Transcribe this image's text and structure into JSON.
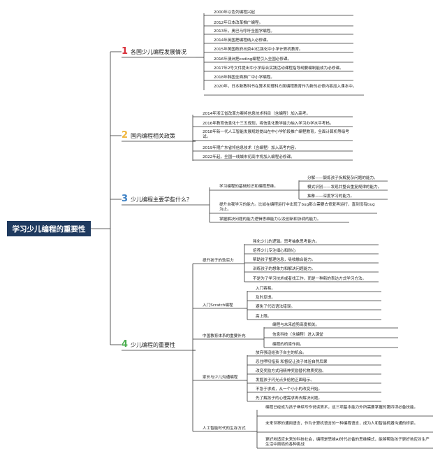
{
  "root": "学习少儿编程的重要性",
  "colors": {
    "n1": "#d9303a",
    "n2": "#f0b63c",
    "n3": "#3a7fc4",
    "n4": "#4caf50",
    "root_bg": "#1f3a5f"
  },
  "b1": {
    "num": "1",
    "label": "各国少儿编程发展情况",
    "items": [
      "2000年以色列编程兴起",
      "2012年日本改革推广编程。",
      "2013年，奥巴马呼吁全国学编程。",
      "2014年英国把编程纳入必修课。",
      "2015年美国政府出资40亿强化中小学计算机教育。",
      "2016年澳洲把coding编程引入全国必修课。",
      "2017年2号文件提出中小学综合实践活动课程指导纲要编制能成为必修课。",
      "2018年韩国全面推广中小学编程。",
      "2020年，日本新教科书在算术和理科方面编程教育作为新的必修内容加入课本中。"
    ]
  },
  "b2": {
    "num": "2",
    "label": "国内编程相关政策",
    "items": [
      "2014年浙江省改革方案将信息技术科目（含编程）加入高考。",
      "2016年教育信息化十三五规划，将信息化教学能力纳入学习办学水平考核。",
      "2018年新一代人工智能发展规划提出在中小学阶段推广编程教育，全面计算机等级考试。",
      "2019年期广东省将信息技术（含编程）加入高考内容。",
      "2022年起，全国一线城市初高中将加入编程必修课。"
    ]
  },
  "b3": {
    "num": "3",
    "label": "少儿编程主要学些什么？",
    "items": [
      {
        "text": "学习编程的基础知识和编程思维。",
        "children": [
          "分解——锻炼孩子拆解复杂问题的能力。",
          "模式识别——发现并整合重复规律的能力。",
          "抽象——深度学习的能力。"
        ]
      },
      {
        "text": "提升自我学习的能力。比如在编程运行中出现了bug那么需要去修复再运行，直到没有bug为止。",
        "children": []
      },
      {
        "text": "掌握解决问题的能力逻辑思维能力以及创新和协调的能力。",
        "children": []
      }
    ]
  },
  "b4": {
    "num": "4",
    "label": "少儿编程的重要性",
    "groups": [
      {
        "label": "提升孩子的软实力",
        "children": [
          "强化少儿的逻辑。思考抽象思考能力。",
          "培养少儿专注细心和耐心",
          "帮助孩子整理信息，吸收融合能力。",
          "训练孩子的想象力和解决问题能力。",
          "不是为了学习技术或者找工作，而是一种新的表达方式学习方法。"
        ]
      },
      {
        "label": "入门Scratch编程",
        "children": [
          "入门容易。",
          "及时反馈。",
          "避免了代码语法错误。",
          "高上限。"
        ]
      },
      {
        "label": "中国教育体系的重要补充",
        "children": [
          "编程与未来趋势高度相关。",
          "信息科技（含编程）进入课堂",
          "编程的桥梁作用。"
        ]
      },
      {
        "label": "家长与少儿沟通编程",
        "children": [
          "放弃强迫给孩子自主的机会。",
          "忍住啰叨指责 和督促让孩子体验自然后果",
          "改变奖励方式用精神奖励替代物质奖励。",
          "发掘孩子闪光点多给他正面暗示。",
          "不急于求成，从一个小小的改变开始。",
          "先了解孩子的心理需求再去解决问题。"
        ]
      },
      {
        "label": "人工智能时代的生存方式",
        "children": [
          "编程已经成为孩子继续写作说读算术，这三项基本能力外所需要掌握的第四项必备技能。",
          "未来世界的通用语言，作为计算机语言的一种编程语言，成为人和智能机器沟通的桥梁。",
          "更好地适应未来的科技社会，编程是思维AI时代必备的思维模式，能够帮助孩子更好地应对生产生活中面临的各种挑战"
        ]
      }
    ]
  }
}
